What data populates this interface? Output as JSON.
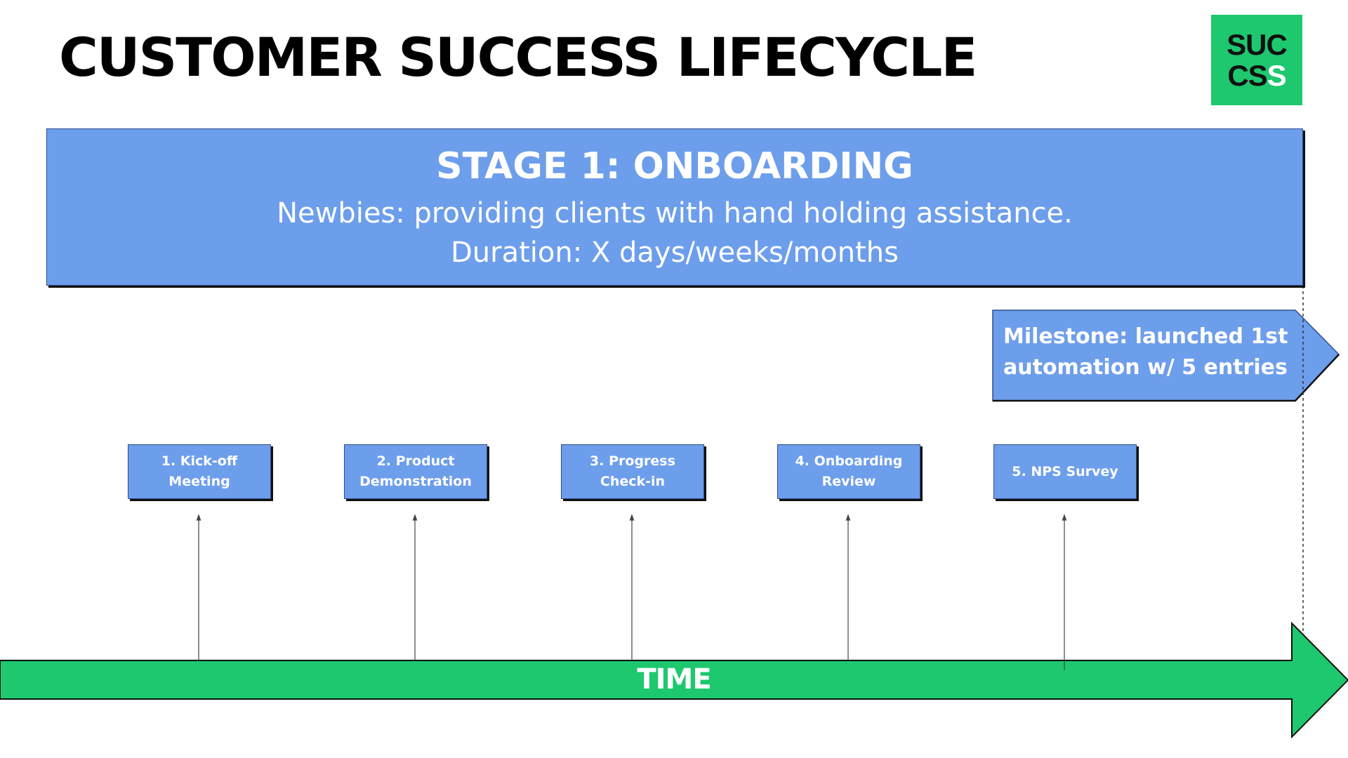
{
  "title": "CUSTOMER SUCCESS LIFECYCLE",
  "logo": {
    "line1": "SUC",
    "line2_a": "CS",
    "line2_b": "S",
    "color": "#1ec86e"
  },
  "stage": {
    "title": "STAGE 1: ONBOARDING",
    "description": "Newbies: providing clients with hand holding assistance.",
    "duration": "Duration: X days/weeks/months",
    "color": "#6d9eeb"
  },
  "milestone": {
    "text": "Milestone: launched 1st automation w/ 5 entries"
  },
  "steps": [
    {
      "label": "1. Kick-off Meeting"
    },
    {
      "label": "2. Product Demonstration"
    },
    {
      "label": "3. Progress Check-in"
    },
    {
      "label": "4. Onboarding Review"
    },
    {
      "label": "5. NPS Survey"
    }
  ],
  "timeline": {
    "label": "TIME",
    "color": "#1ec86e"
  }
}
